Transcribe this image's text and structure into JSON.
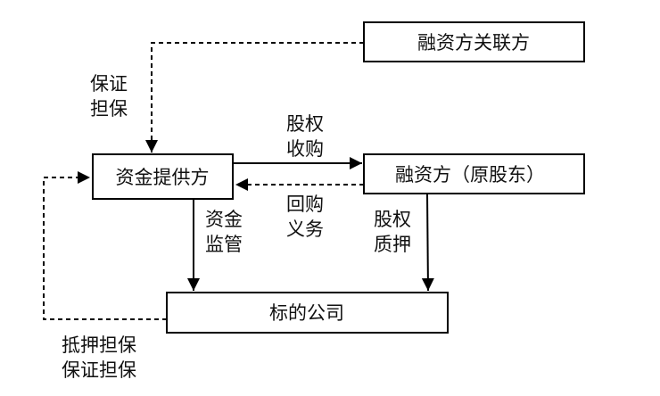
{
  "nodes": {
    "related_party": "融资方关联方",
    "fund_provider": "资金提供方",
    "financing_party": "融资方（原股东）",
    "target_company": "标的公司"
  },
  "edges": {
    "guarantee": [
      "保证",
      "担保"
    ],
    "equity_acquisition": [
      "股权",
      "收购"
    ],
    "buyback_obligation": [
      "回购",
      "义务"
    ],
    "fund_supervision": [
      "资金",
      "监管"
    ],
    "equity_pledge": [
      "股权",
      "质押"
    ],
    "mortgage_guarantee": [
      "抵押担保",
      "保证担保"
    ]
  }
}
